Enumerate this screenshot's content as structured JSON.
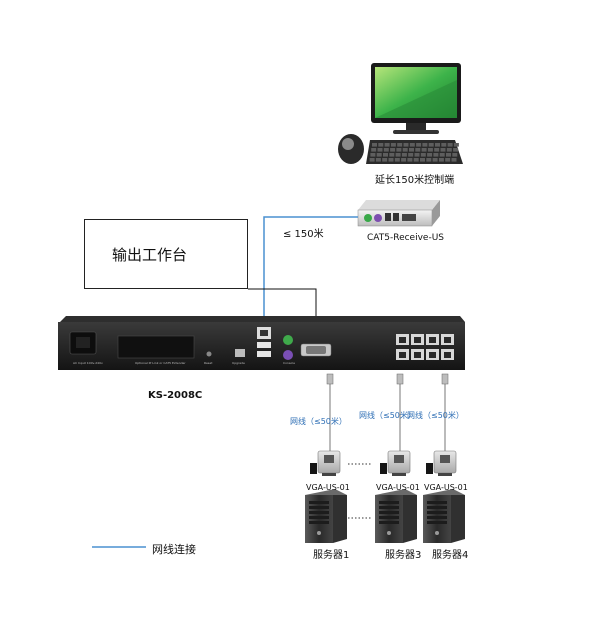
{
  "labels": {
    "console_caption": "延长150米控制端",
    "receiver_caption": "CAT5-Receive-US",
    "distance_label": "≤ 150米",
    "output_box": "输出工作台",
    "model": "KS-2008C",
    "cable_label_1": "网线（≤50米）",
    "cable_label_2": "网线（≤50米）",
    "cable_label_3": "网线（≤50米）",
    "adapter_1": "VGA-US-01",
    "adapter_2": "VGA-US-01",
    "adapter_3": "VGA-US-01",
    "server_1": "服务器1",
    "server_2": "服务器3",
    "server_3": "服务器4",
    "legend": "网线连接"
  },
  "colors": {
    "cable": "#4a90d0",
    "wire": "#111111",
    "device": "#1b1b1b",
    "screen": "#3db34a"
  }
}
